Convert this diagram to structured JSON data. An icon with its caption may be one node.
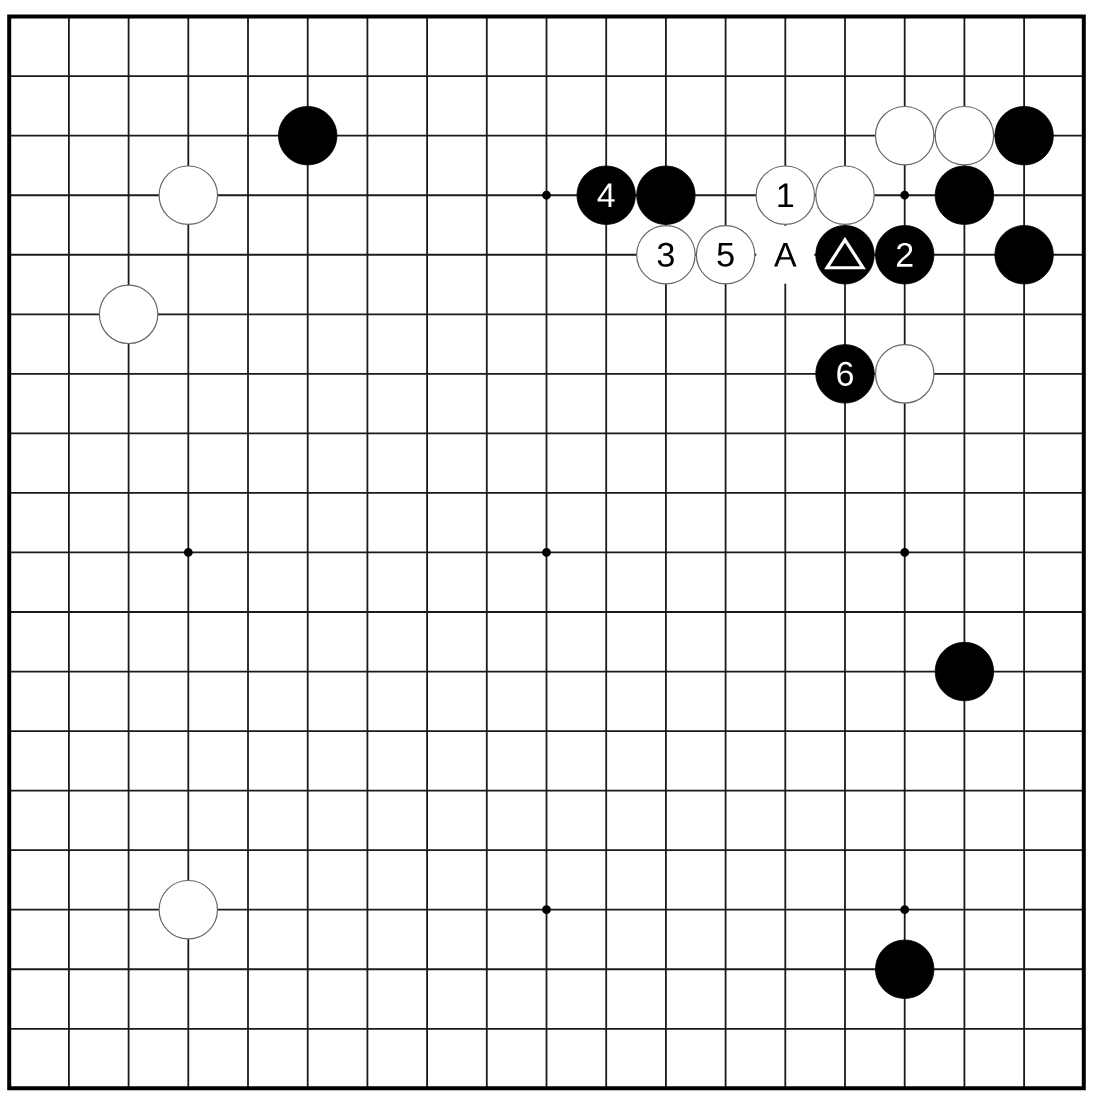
{
  "diagram": {
    "nodes": [
      {
        "text": [],
        "shape": "circle"
      },
      {
        "text": [],
        "shape": "circle"
      },
      {
        "text": [],
        "shape": "circle"
      },
      {
        "text": [],
        "shape": "circle"
      },
      {
        "text": [],
        "shape": "circle"
      },
      {
        "text": [
          "4"
        ]
      },
      {
        "text": [],
        "shape": "circle"
      },
      {
        "text": [
          "1"
        ]
      },
      {
        "text": [],
        "shape": "circle"
      },
      {
        "text": [],
        "shape": "circle"
      },
      {
        "text": [
          "3"
        ]
      },
      {
        "text": [
          "5"
        ]
      },
      {
        "text": [],
        "shape": "circle"
      },
      {
        "text": [
          "2"
        ]
      },
      {
        "text": [],
        "shape": "circle"
      },
      {
        "text": [],
        "shape": "circle"
      },
      {
        "text": [
          "6"
        ]
      },
      {
        "text": [],
        "shape": "circle"
      },
      {
        "text": [],
        "shape": "circle"
      },
      {
        "text": [],
        "shape": "circle"
      },
      {
        "text": [],
        "shape": "circle"
      }
    ],
    "labels": [
      "A"
    ]
  }
}
